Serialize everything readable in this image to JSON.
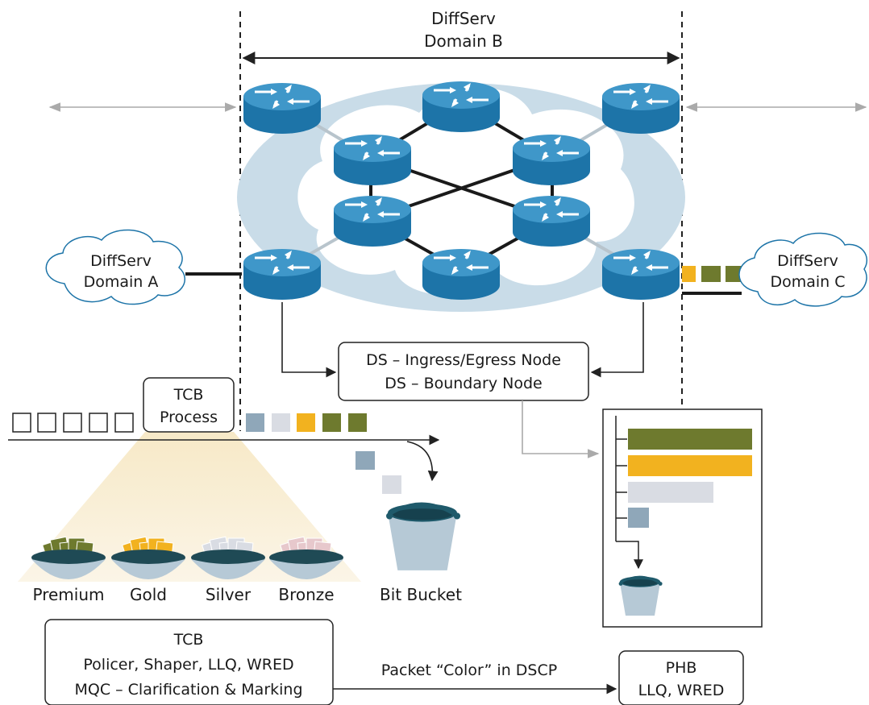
{
  "domain_b": {
    "line1": "DiffServ",
    "line2": "Domain B"
  },
  "domain_a": {
    "line1": "DiffServ",
    "line2": "Domain A"
  },
  "domain_c": {
    "line1": "DiffServ",
    "line2": "Domain C"
  },
  "node_box": {
    "line1": "DS – Ingress/Egress Node",
    "line2": "DS – Boundary Node"
  },
  "tcb_process": {
    "line1": "TCB",
    "line2": "Process"
  },
  "bins": [
    {
      "label": "Premium",
      "color": "#6e7a2e"
    },
    {
      "label": "Gold",
      "color": "#f2b21f"
    },
    {
      "label": "Silver",
      "color": "#d9dce3"
    },
    {
      "label": "Bronze",
      "color": "#e7c8cc"
    }
  ],
  "bit_bucket": "Bit Bucket",
  "tcb_box": {
    "line1": "TCB",
    "line2": "Policer, Shaper, LLQ, WRED",
    "line3": "MQC – Clarification & Marking"
  },
  "packet_color": "Packet “Color” in DSCP",
  "phb_box": {
    "line1": "PHB",
    "line2": "LLQ, WRED"
  },
  "colors": {
    "router": "#1d74a8",
    "router_top": "#3f97c9",
    "cloud_outer": "#c9dce8",
    "olive": "#6e7a2e",
    "gold": "#f2b21f",
    "silver": "#d9dce3",
    "slate": "#8fa7b9",
    "bucket": "#b6c9d6"
  },
  "icons": [
    "router-icon",
    "cloud-icon",
    "bucket-icon",
    "arrow-icon"
  ]
}
